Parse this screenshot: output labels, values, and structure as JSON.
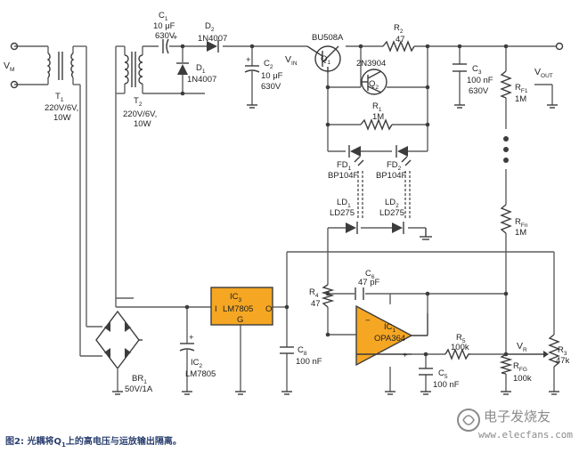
{
  "labels": {
    "vm": "V",
    "vm_sub": "M",
    "t1": "T",
    "t1_sub": "1",
    "t1_rating": "220V/6V,",
    "t1_power": "10W",
    "t2": "T",
    "t2_sub": "2",
    "t2_rating": "220V/6V,",
    "t2_power": "10W",
    "c1": "C",
    "c1_sub": "1",
    "c1_value": "10 μF",
    "c1_voltage": "630V",
    "d2": "D",
    "d2_sub": "2",
    "d2_part": "1N4007",
    "d1": "D",
    "d1_sub": "1",
    "d1_part": "1N4007",
    "c2": "C",
    "c2_sub": "2",
    "c2_value": "10 μF",
    "c2_voltage": "630V",
    "vin": "V",
    "vin_sub": "IN",
    "q1_part": "BU508A",
    "q1": "Q",
    "q1_sub": "1",
    "q2_part": "2N3904",
    "q2": "Q",
    "q2_sub": "2",
    "r2": "R",
    "r2_sub": "2",
    "r2_value": "47",
    "r1": "R",
    "r1_sub": "1",
    "r1_value": "1M",
    "c3": "C",
    "c3_sub": "3",
    "c3_value": "100 nF",
    "c3_voltage": "630V",
    "vout": "V",
    "vout_sub": "OUT",
    "rf1": "R",
    "rf1_sub": "F1",
    "rf1_value": "1M",
    "rfn": "R",
    "rfn_sub": "Fn",
    "rfn_value": "1M",
    "fd1": "FD",
    "fd1_sub": "1",
    "fd1_part": "BP104F",
    "fd2": "FD",
    "fd2_sub": "2",
    "fd2_part": "BP104F",
    "ld1": "LD",
    "ld1_sub": "1",
    "ld1_part": "LD275",
    "ld2": "LD",
    "ld2_sub": "2",
    "ld2_part": "LD275",
    "c6": "C",
    "c6_sub": "6",
    "c6_value": "47 pF",
    "r4": "R",
    "r4_sub": "4",
    "r4_value": "47",
    "ic1": "IC",
    "ic1_sub": "1",
    "ic1_part": "OPA364",
    "r5": "R",
    "r5_sub": "5",
    "r5_value": "100k",
    "c5": "C",
    "c5_sub": "5",
    "c5_value": "100 nF",
    "vr": "V",
    "vr_sub": "R",
    "r3": "R",
    "r3_sub": "3",
    "r3_value": "47k",
    "rfg": "R",
    "rfg_sub": "FG",
    "rfg_value": "100k",
    "ic3": "IC",
    "ic3_sub": "3",
    "ic3_part": "LM7805",
    "ic3_pin_in": "I",
    "ic3_pin_out": "O",
    "ic3_pin_g": "G",
    "ic2": "IC",
    "ic2_sub": "2",
    "ic2_part": "LM7805",
    "c8": "C",
    "c8_sub": "8",
    "c8_value": "100 nF",
    "br1": "BR",
    "br1_sub": "1",
    "br1_rating": "50V/1A",
    "plus": "+"
  },
  "caption": {
    "prefix": "图2: 光耦将Q",
    "sub": "1",
    "suffix": "上的高电压与运放输出隔离。"
  },
  "watermark": {
    "brand": "电子发烧友",
    "url": "www.elecfans.com"
  }
}
